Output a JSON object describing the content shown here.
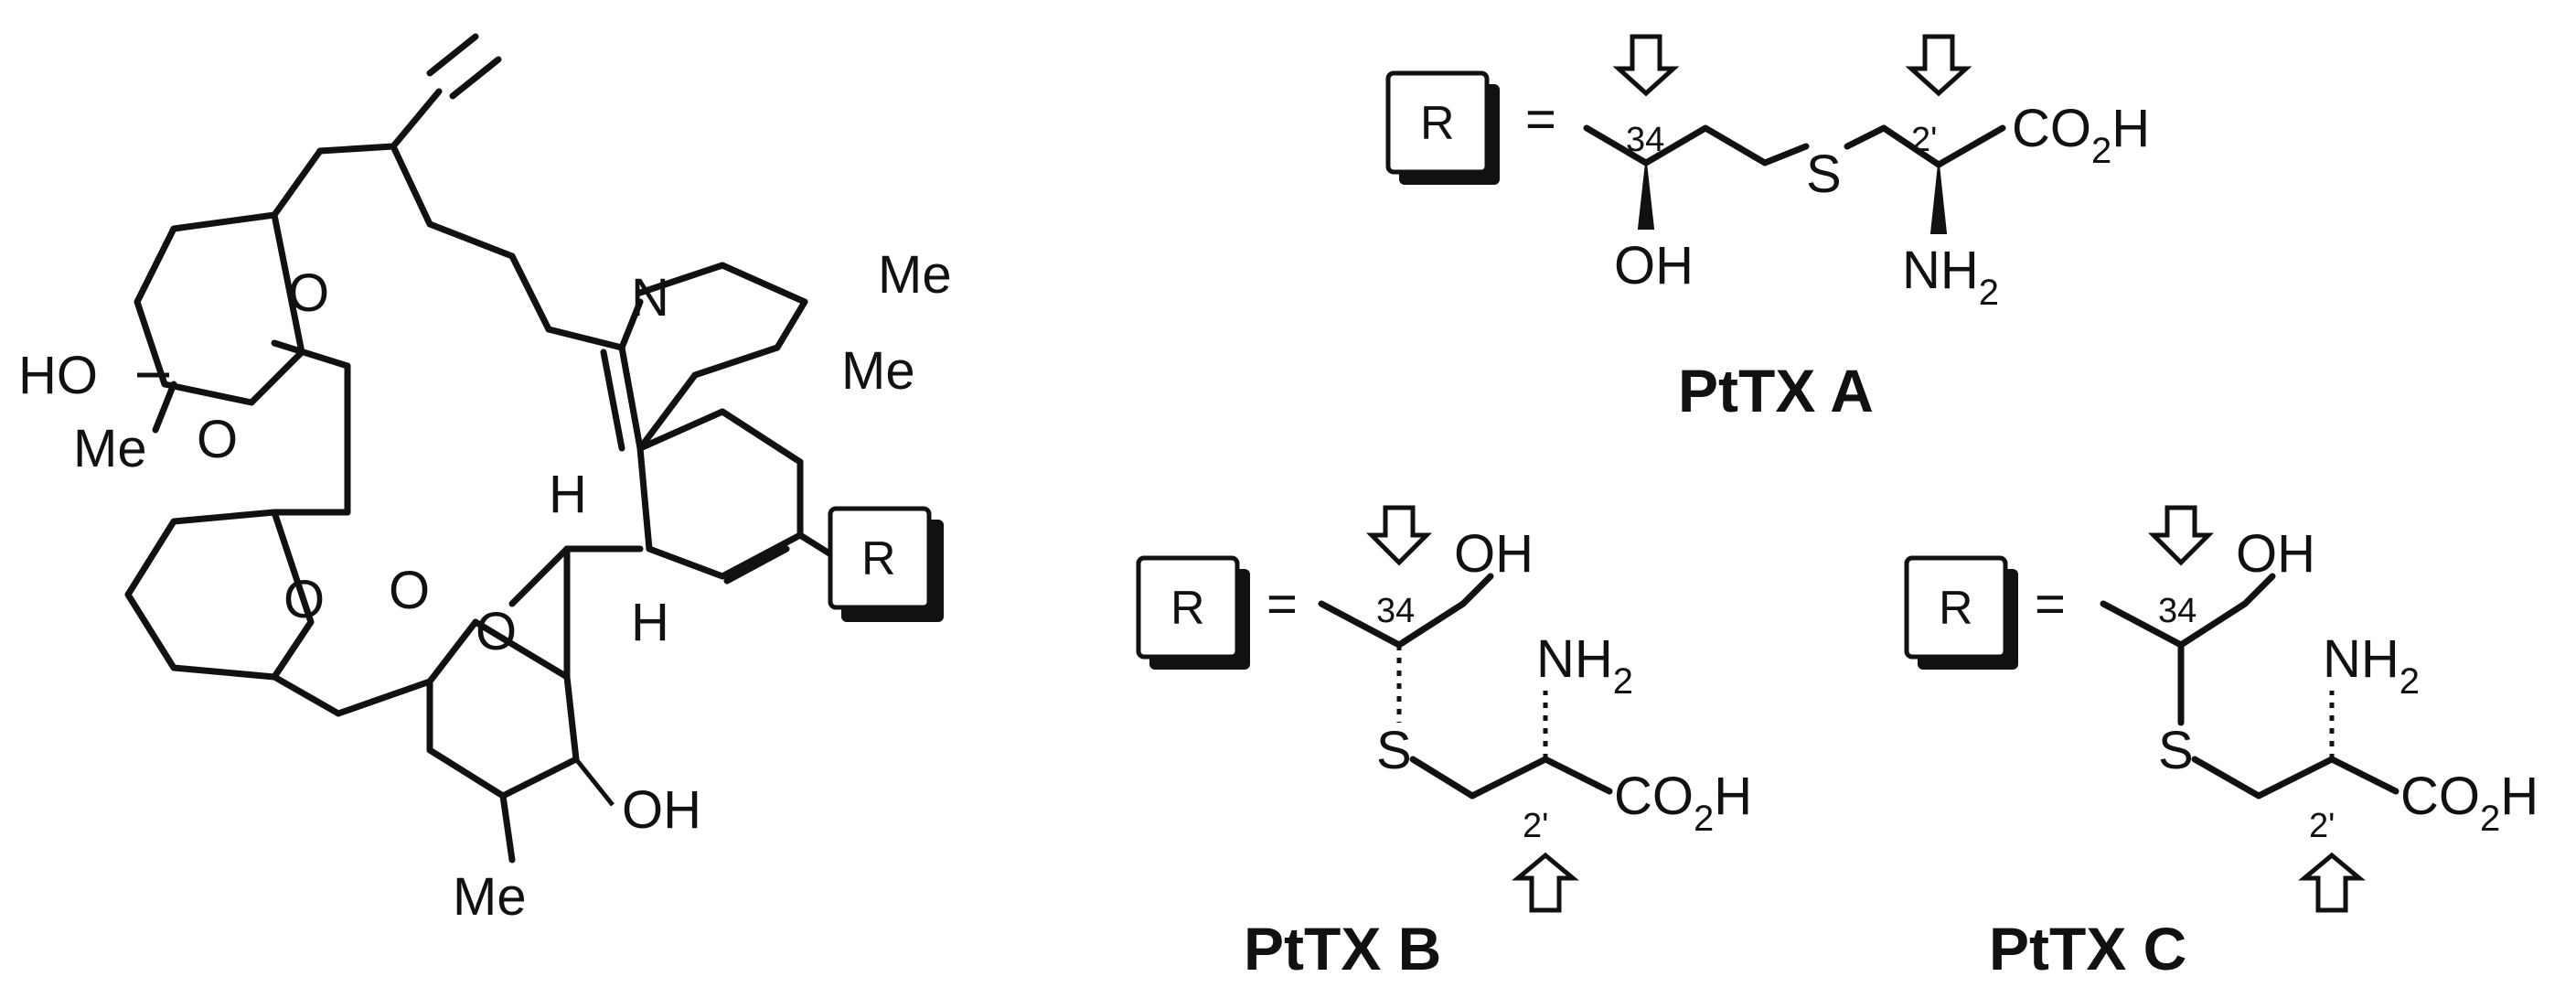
{
  "compound": {
    "atoms": {
      "ho": "HO",
      "me_left": "Me",
      "o_ring_top": "O",
      "o_mid": "O",
      "o_ring_bottom": "O",
      "o_epox_left": "O",
      "o_epox_right": "O",
      "n": "N",
      "me_top": "Me",
      "me_mid": "Me",
      "h_top": "H",
      "h_bottom": "H",
      "oh": "OH",
      "me_bottom": "Me",
      "r": "R"
    }
  },
  "side_chains": [
    {
      "name": "PtTX A",
      "r": "R",
      "eq": "=",
      "pos34": "34",
      "pos2": "2'",
      "oh": "OH",
      "s": "S",
      "nh2": "NH",
      "nh2_sub": "2",
      "co2h_a": "CO",
      "co2h_sub": "2",
      "co2h_b": "H"
    },
    {
      "name": "PtTX B",
      "r": "R",
      "eq": "=",
      "pos34": "34",
      "pos2": "2'",
      "oh": "OH",
      "s": "S",
      "nh2": "NH",
      "nh2_sub": "2",
      "co2h_a": "CO",
      "co2h_sub": "2",
      "co2h_b": "H"
    },
    {
      "name": "PtTX C",
      "r": "R",
      "eq": "=",
      "pos34": "34",
      "pos2": "2'",
      "oh": "OH",
      "s": "S",
      "nh2": "NH",
      "nh2_sub": "2",
      "co2h_a": "CO",
      "co2h_sub": "2",
      "co2h_b": "H"
    }
  ]
}
